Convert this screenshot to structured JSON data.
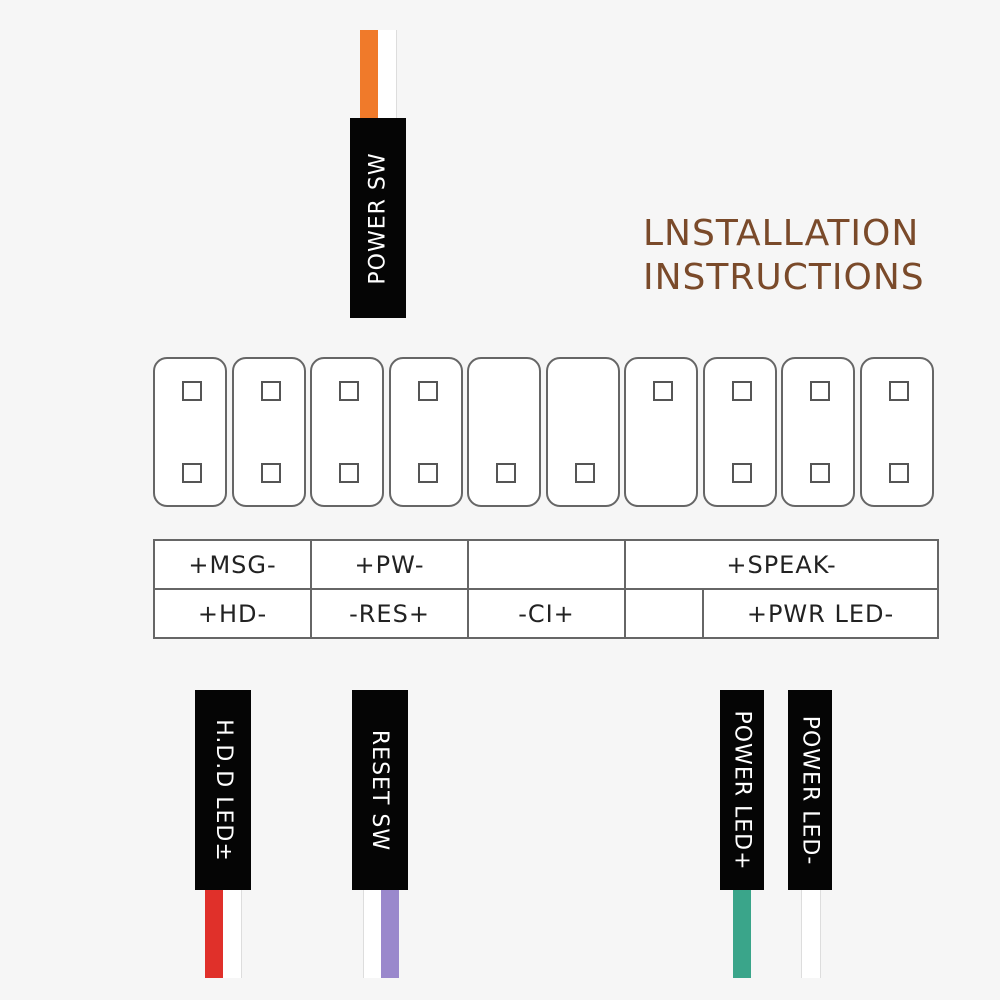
{
  "title": {
    "line1": "LNSTALLATION",
    "line2": "INSTRUCTIONS"
  },
  "connectors": {
    "power_sw": {
      "label": "POWER SW",
      "wire_colors": [
        "#f07a2a",
        "#ffffff"
      ]
    },
    "hdd_led": {
      "label": "H.D.D LED±",
      "wire_colors": [
        "#e0302a",
        "#ffffff"
      ]
    },
    "reset_sw": {
      "label": "RESET SW",
      "wire_colors": [
        "#ffffff",
        "#9a88cc"
      ]
    },
    "power_led_plus": {
      "label": "POWER LED+",
      "wire_colors": [
        "#3aa58a"
      ]
    },
    "power_led_minus": {
      "label": "POWER LED-",
      "wire_colors": [
        "#ffffff"
      ]
    }
  },
  "header_pins": {
    "top_row": [
      true,
      true,
      true,
      true,
      false,
      false,
      true,
      true,
      true,
      true
    ],
    "bottom_row": [
      true,
      true,
      true,
      true,
      true,
      true,
      false,
      true,
      true,
      true
    ]
  },
  "legend": {
    "row1": {
      "msg": "+MSG-",
      "pw": "+PW-",
      "blank": "",
      "speak": "+SPEAK-"
    },
    "row2": {
      "hd": "+HD-",
      "res": "-RES+",
      "ci": "-CI+",
      "blank": "",
      "pwr_led": "+PWR LED-"
    }
  },
  "colors": {
    "title": "#7a4a2a",
    "connector": "#050505",
    "outline": "#666666"
  }
}
